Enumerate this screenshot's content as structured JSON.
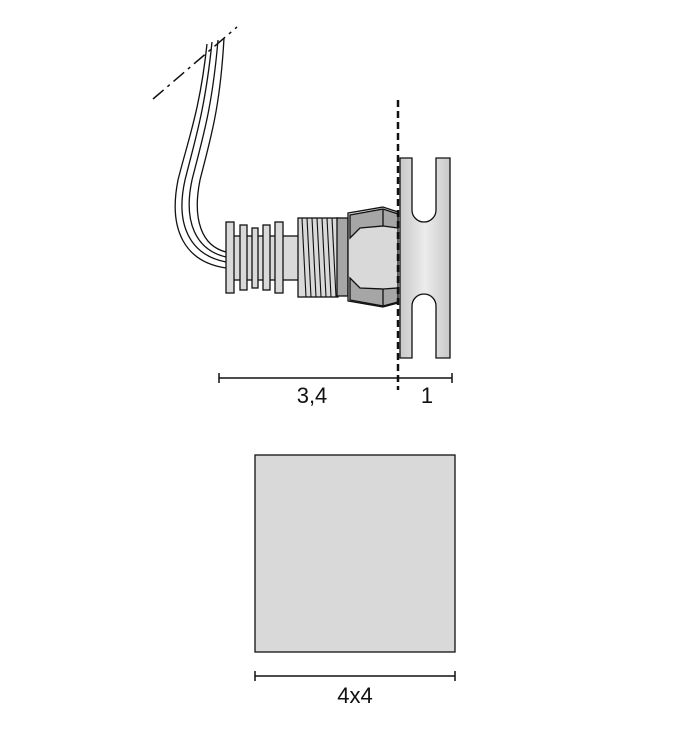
{
  "dimensions": {
    "length_label": "3,4",
    "flange_label": "1",
    "face_label": "4x4"
  },
  "colors": {
    "part_fill": "#d9d9d9",
    "shade_fill": "#a6a6a6",
    "stroke": "#111111"
  }
}
